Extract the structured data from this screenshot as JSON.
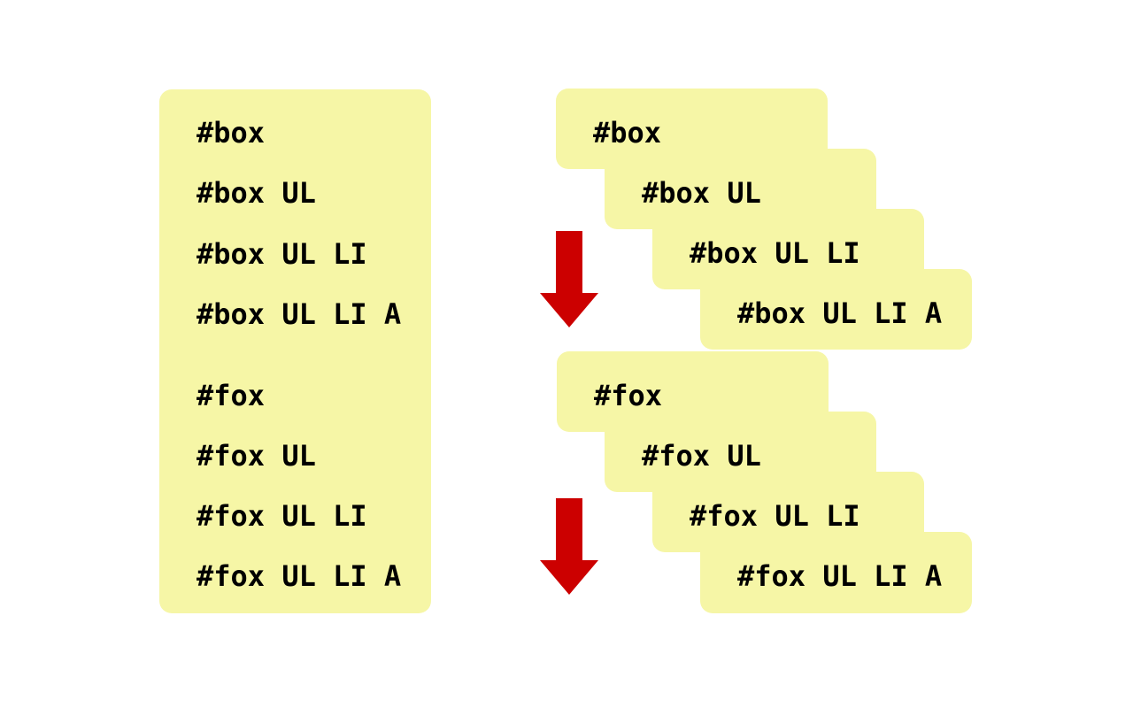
{
  "colors": {
    "background": "#ffffff",
    "panel_yellow": "#F6F6A6",
    "arrow_red": "#CC0000",
    "text": "#000000"
  },
  "left_panel": {
    "rows": [
      "#box",
      "#box UL",
      "#box UL LI",
      "#box UL LI A",
      "#fox",
      "#fox UL",
      "#fox UL LI",
      "#fox UL LI A"
    ]
  },
  "right_stack": {
    "boxes": [
      "#box",
      "#box UL",
      "#box UL LI",
      "#box UL LI A",
      "#fox",
      "#fox UL",
      "#fox UL LI",
      "#fox UL LI A"
    ]
  },
  "arrows": [
    {
      "name": "cascade-down-arrow-1"
    },
    {
      "name": "cascade-down-arrow-2"
    }
  ]
}
